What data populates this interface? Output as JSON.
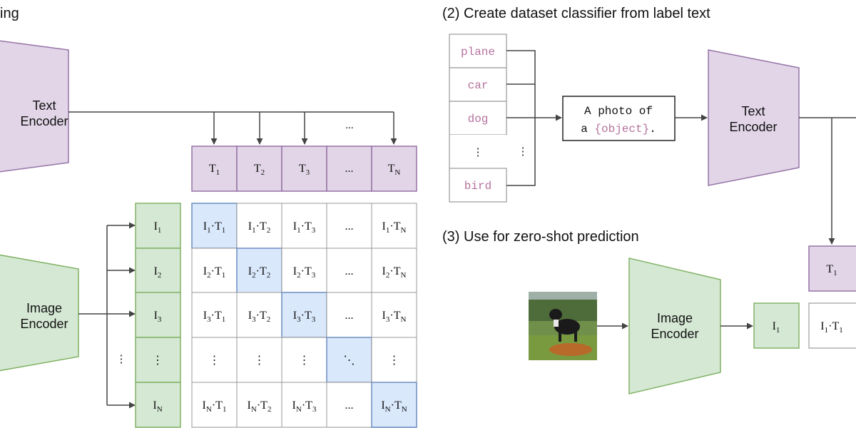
{
  "panel1": {
    "heading": "ing",
    "text_encoder": {
      "line1": "Text",
      "line2": "Encoder",
      "fill": "#e1d5e7",
      "stroke": "#9673a6"
    },
    "image_encoder": {
      "line1": "Image",
      "line2": "Encoder",
      "fill": "#d5e8d4",
      "stroke": "#82b366"
    },
    "arrow_ellipsis": "...",
    "text_tokens": [
      "T1",
      "T2",
      "T3",
      "...",
      "TN"
    ],
    "image_tokens": [
      "I1",
      "I2",
      "I3",
      "⋮",
      "IN"
    ],
    "side_dots": "⋮",
    "matrix": [
      [
        "I1·T1",
        "I1·T2",
        "I1·T3",
        "...",
        "I1·TN"
      ],
      [
        "I2·T1",
        "I2·T2",
        "I2·T3",
        "...",
        "I2·TN"
      ],
      [
        "I3·T1",
        "I3·T2",
        "I3·T3",
        "...",
        "I3·TN"
      ],
      [
        "⋮",
        "⋮",
        "⋮",
        "⋱",
        "⋮"
      ],
      [
        "IN·T1",
        "IN·T2",
        "IN·T3",
        "...",
        "IN·TN"
      ]
    ],
    "diagonal_fill": "#dae8fc",
    "diagonal_stroke": "#6c8ebf"
  },
  "panel2": {
    "heading": "(2) Create dataset classifier from label text",
    "labels": [
      "plane",
      "car",
      "dog",
      "⋮",
      "bird"
    ],
    "label_color": "#b5739d",
    "label_dots_right": "⋮",
    "prompt_line1": "A photo of",
    "prompt_line2_pre": "a ",
    "prompt_placeholder": "{object}",
    "prompt_line2_post": ".",
    "text_encoder": {
      "line1": "Text",
      "line2": "Encoder"
    }
  },
  "panel3": {
    "heading": "(3) Use for zero-shot prediction",
    "image_encoder": {
      "line1": "Image",
      "line2": "Encoder"
    },
    "image_token": "I1",
    "text_token": "T1",
    "product": "I1·T1"
  }
}
